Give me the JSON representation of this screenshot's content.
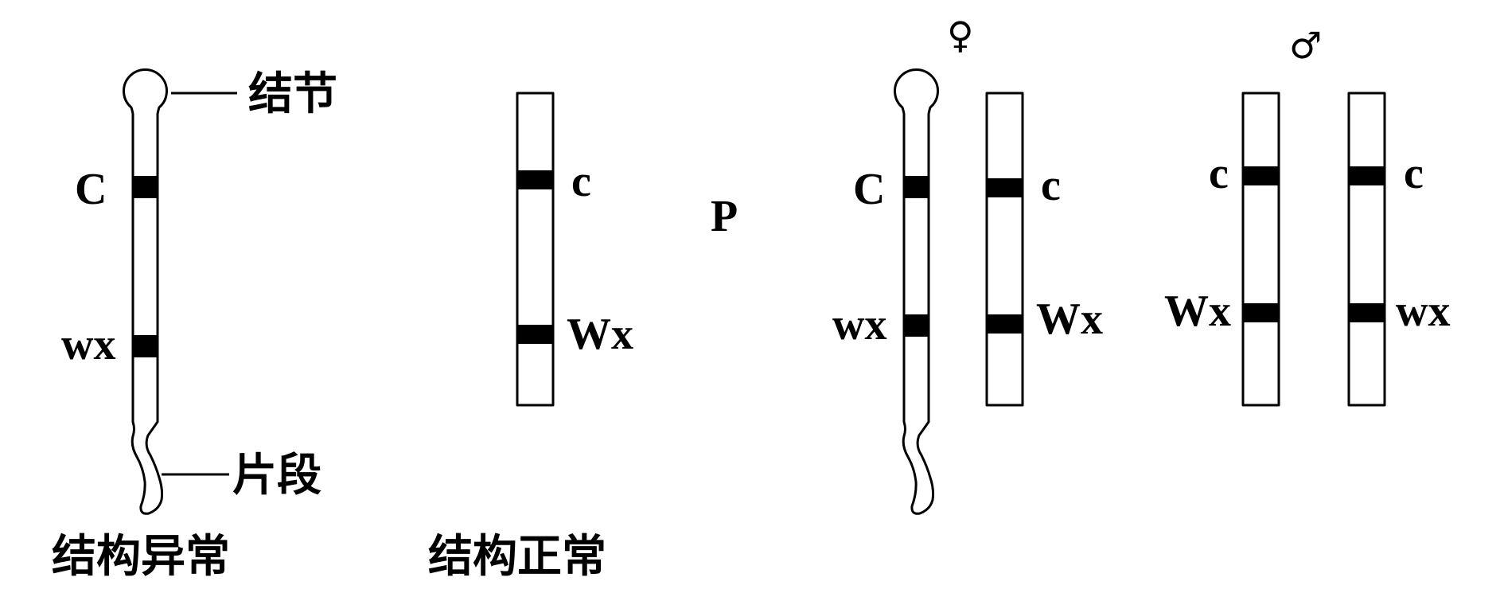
{
  "labels": {
    "knob": "结节",
    "fragment": "片段",
    "abnormal_caption": "结构异常",
    "normal_caption": "结构正常",
    "parent": "P",
    "female": "♀",
    "male": "♂"
  },
  "genes": {
    "abnormal_C": "C",
    "abnormal_wx": "wx",
    "normal_c": "c",
    "normal_Wx": "Wx",
    "female_left_C": "C",
    "female_left_wx": "wx",
    "female_right_c": "c",
    "female_right_Wx": "Wx",
    "male_left_c": "c",
    "male_left_Wx": "Wx",
    "male_right_c": "c",
    "male_right_wx": "wx"
  }
}
